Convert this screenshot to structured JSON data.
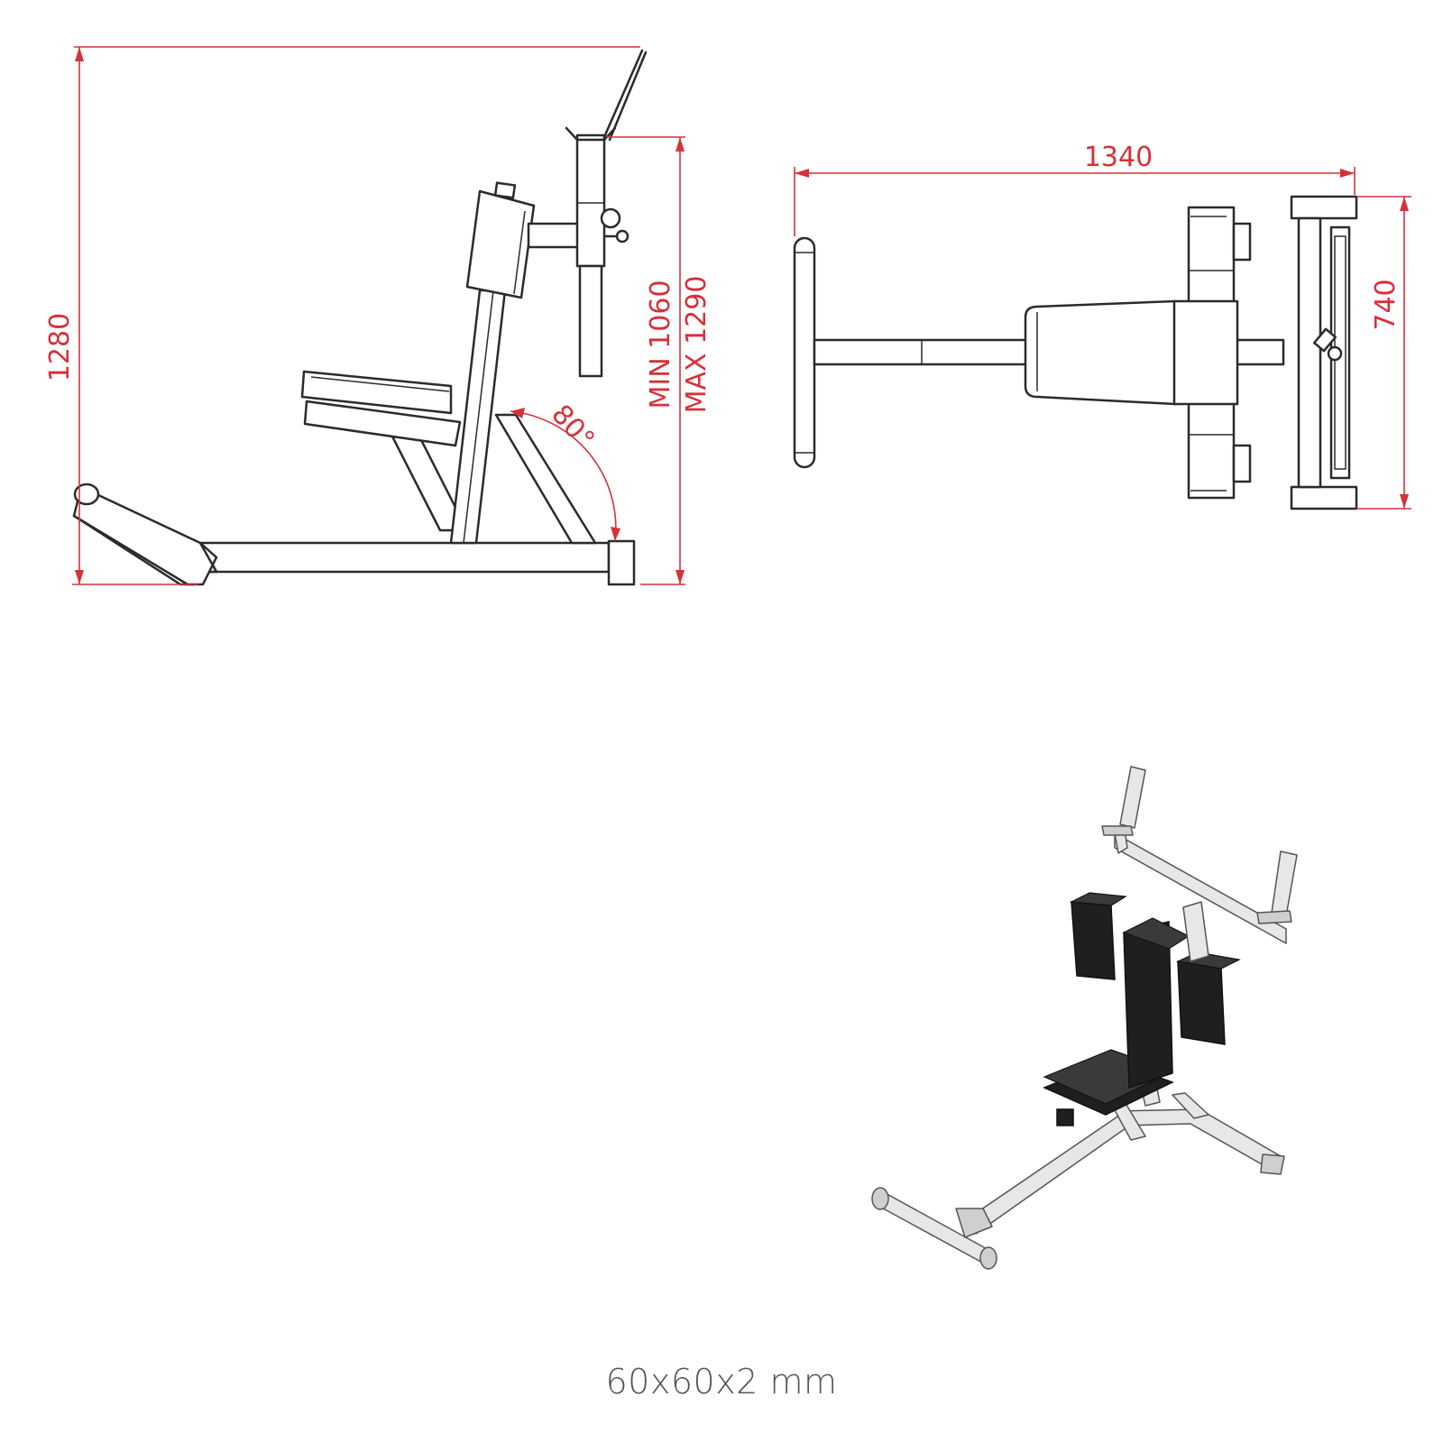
{
  "side_view": {
    "height_label": "1280",
    "min_label": "MIN 1060",
    "max_label": "MAX 1290",
    "angle_label": "80°"
  },
  "top_view": {
    "length_label": "1340",
    "width_label": "740"
  },
  "spec_label": "60x60x2 mm",
  "colors": {
    "dimension": "#d6313a",
    "outline": "#2b2b2b",
    "pad": "#1f1f1f",
    "frame": "#e7e7e7"
  }
}
